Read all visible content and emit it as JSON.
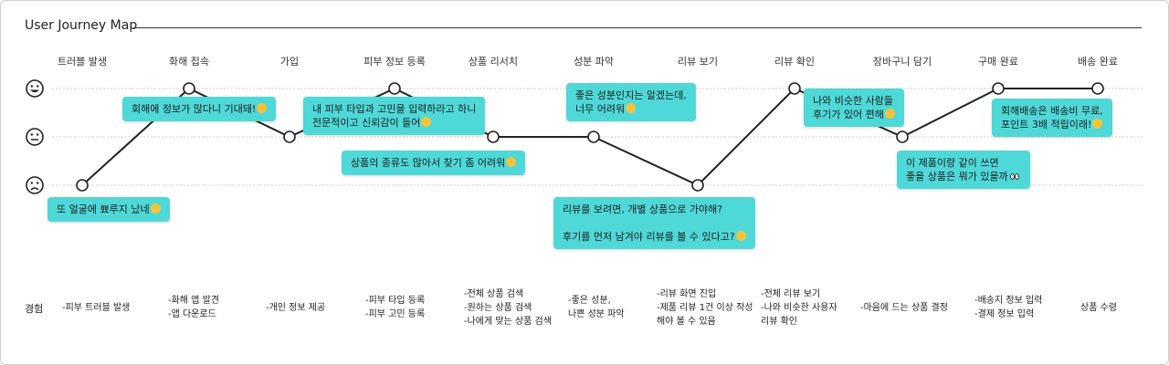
{
  "title": "User Journey Map",
  "stages": [
    "트러블 발생",
    "화해 접속",
    "가입",
    "피부 정보 등록",
    "상품 리서치",
    "성분 파악",
    "리뷰 보기",
    "리뷰 확인",
    "장바구니 담기",
    "구매 완료",
    "배송 완료"
  ],
  "chart_data": {
    "type": "line",
    "categories": [
      "트러블 발생",
      "화해 접속",
      "가입",
      "피부 정보 등록",
      "상품 리서치",
      "성분 파악",
      "리뷰 보기",
      "리뷰 확인",
      "장바구니 담기",
      "구매 완료",
      "배송 완료"
    ],
    "levels": [
      "happy",
      "neutral",
      "sad"
    ],
    "values": [
      -1,
      1,
      0,
      1,
      0,
      0,
      -1,
      1,
      0,
      1,
      1
    ],
    "ylim": [
      -1,
      1
    ],
    "grid": true,
    "line_color": "#222222",
    "gridline_color": "#cfcfcf"
  },
  "bubbles": [
    {
      "text": "또 얼굴에 뾰루지 났네",
      "emoji": "face"
    },
    {
      "text": "회해에 정보가 많다니 기대돼!",
      "emoji": "face"
    },
    {
      "text": "내 피부 타입과 고민을 입력하라고 하니\n전문적이고 신뢰감이 들어",
      "emoji": "face"
    },
    {
      "text": "상품의 종류도 많아서 찾기 좀 어려워",
      "emoji": "face"
    },
    {
      "text": "좋은 성분인지는 알겠는데,\n너무 어려워",
      "emoji": "face"
    },
    {
      "text": "리뷰를 보려면, 개별 상품으로 가야해?\n\n후기를 먼저 남겨야 리뷰를 볼 수 있다고?",
      "emoji": "face"
    },
    {
      "text": "나와 비슷한 사람들\n후기가 있어 편해",
      "emoji": "face"
    },
    {
      "text": "이 제품이랑 같이 쓰면\n좋을 상품은 뭐가 있을까",
      "emoji": "eyes"
    },
    {
      "text": "회해배송은 배송비 무료,\n포인트 3배 적립이래!",
      "emoji": "face"
    }
  ],
  "experience": {
    "label": "경험",
    "items": [
      "-피부 트러블 발생",
      "-화해 앱 발견\n-앱 다운로드",
      "-개인 정보 제공",
      "-피부 타입 등록\n-피부 고민 등록",
      "-전체 상품 검색\n-원하는 상품 검색\n-나에게 맞는 상품 검색",
      "-좋은 성분,\n나쁜 성분 파악",
      "-리뷰 화면 진입\n-제품 리뷰 1건 이상 작성\n해야 볼 수 있음",
      "-전체 리뷰 보기\n-나와 비슷한 사용자\n리뷰 확인",
      "-마음에 드는 상품 결정",
      "-배송지 정보 입력\n-결제 정보 입력",
      "상품 수령"
    ]
  },
  "colors": {
    "bubble": "#4fd8d8",
    "accent_emoji": "#f5c33b",
    "text": "#222222"
  }
}
